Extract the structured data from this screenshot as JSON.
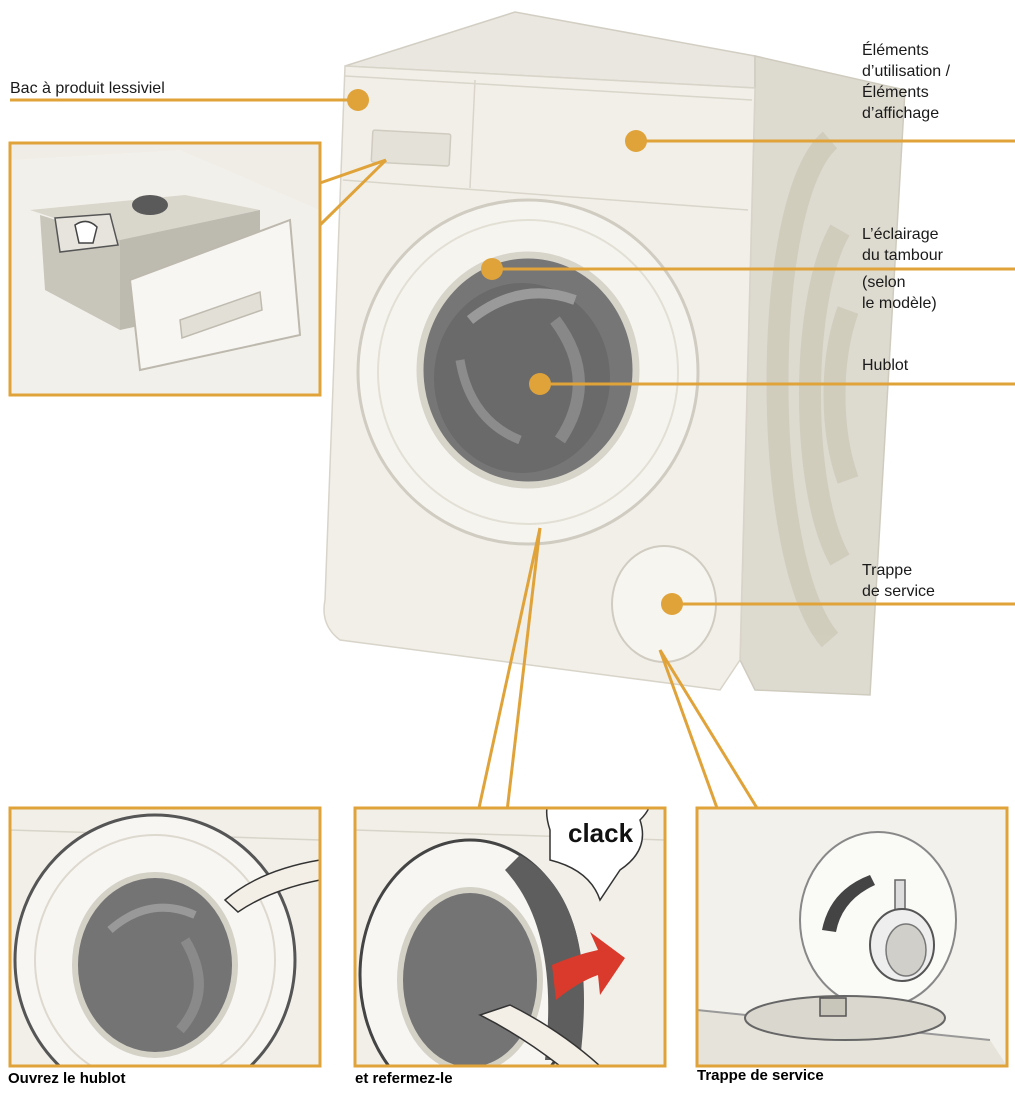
{
  "colors": {
    "accent": "#E0A33A",
    "machine_body": "#F1EFE8",
    "machine_side": "#DDDAD0",
    "glass": "#6E6E6E",
    "arrow": "#D93A2B"
  },
  "labels": {
    "detergent_drawer": "Bac à produit lessiviel",
    "controls_line1": "Éléments",
    "controls_line2": "d’utilisation /",
    "controls_line3": "Éléments",
    "controls_line4": "d’affichage",
    "drum_light_line1": "L’éclairage",
    "drum_light_line2": "du tambour",
    "drum_light_line3": "(selon",
    "drum_light_line4": "le modèle)",
    "porthole": "Hublot",
    "service_flap_line1": "Trappe",
    "service_flap_line2": "de service"
  },
  "panels": {
    "open_caption": "Ouvrez le hublot",
    "close_caption": "et refermez-le",
    "close_sound": "clack",
    "service_caption": "Trappe de service"
  }
}
